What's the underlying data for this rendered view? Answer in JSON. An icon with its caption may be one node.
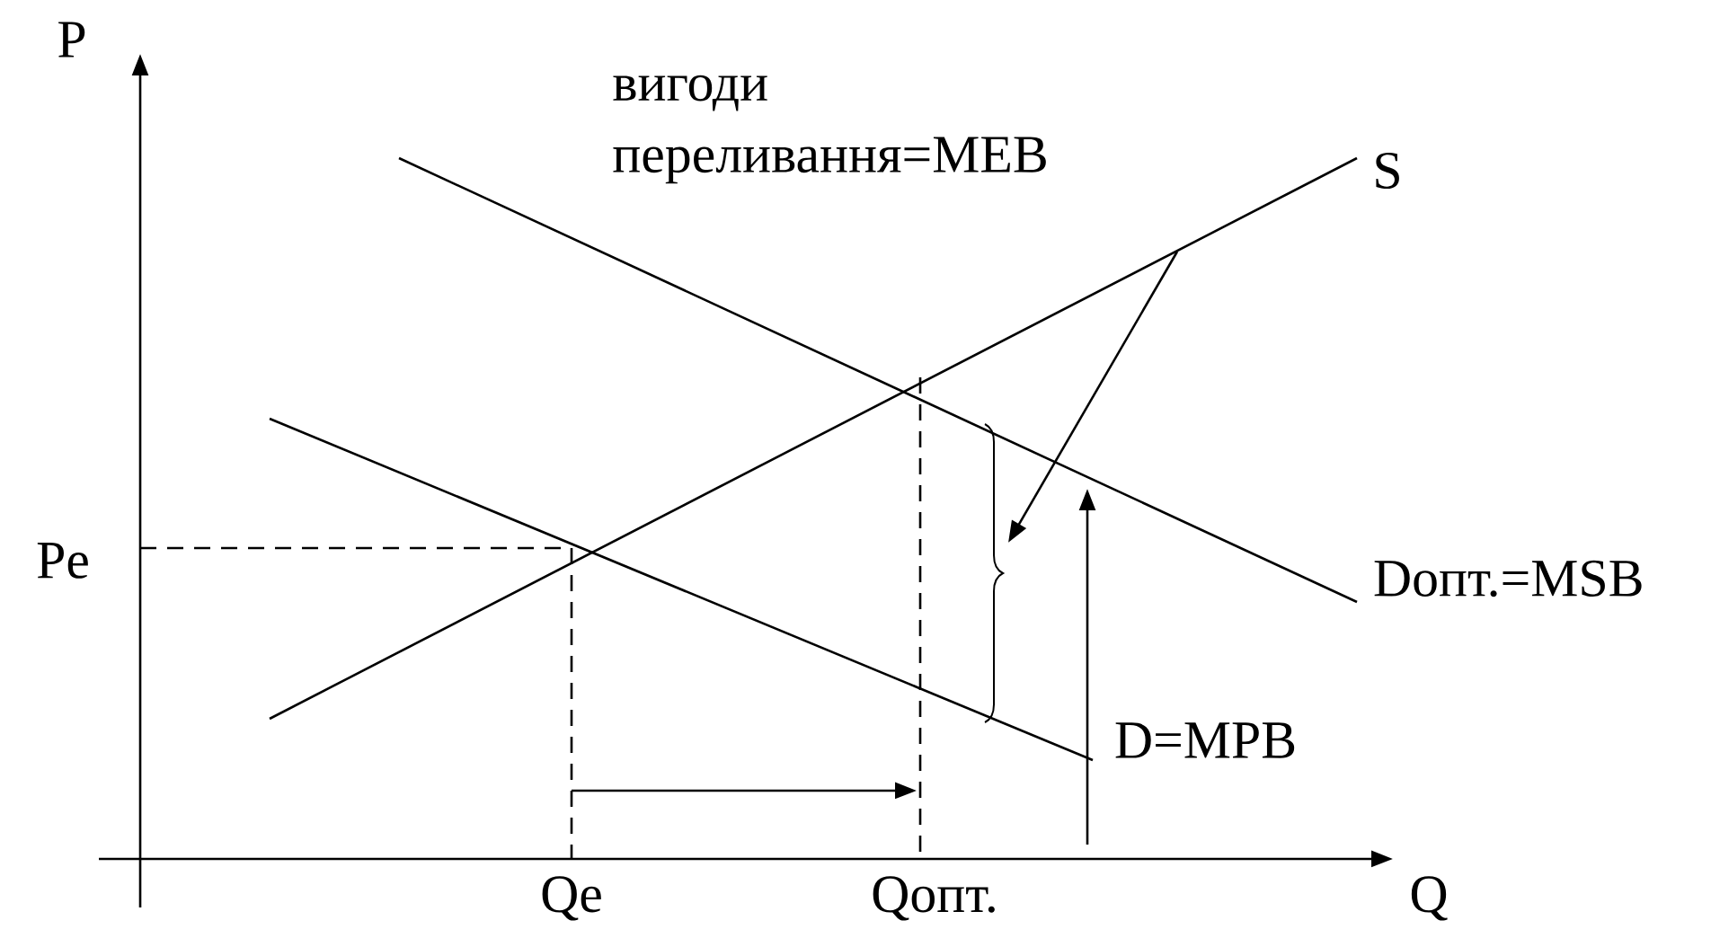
{
  "diagram": {
    "labels": [
      "P",
      "вигоди переливання=MEB",
      "S",
      "Pe",
      "Dопт.=MSB",
      "D=MPB",
      "Qe",
      "Qопт.",
      "Q"
    ]
  }
}
